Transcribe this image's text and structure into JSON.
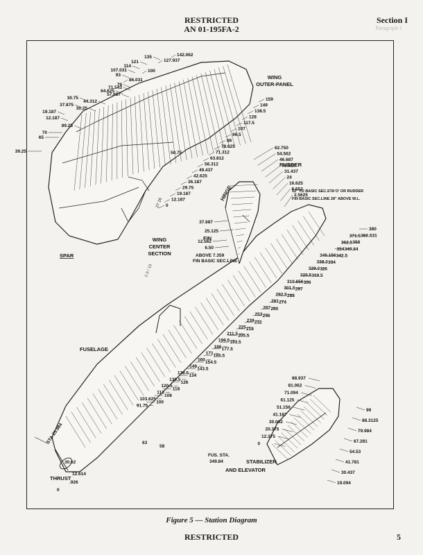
{
  "header": {
    "restricted": "RESTRICTED",
    "doc_number": "AN 01-195FA-2",
    "section": "Section I",
    "bleed": "Paragraph 1"
  },
  "caption": "Figure 5 — Station Diagram",
  "footer": {
    "restricted": "RESTRICTED",
    "page": "5"
  },
  "part_labels": {
    "wing_outer": "WING OUTER-PANEL",
    "wing_center": "WING CENTER SECTION",
    "spar": "SPAR",
    "fuselage": "FUSELAGE",
    "rudder": "RUDDER",
    "fin": "FIN",
    "hinge": "HINGE",
    "stabilizer": "STABILIZER AND ELEVATOR",
    "thrust": "THRUST",
    "sta_ref": "STA-25.984",
    "fus_sta": "FUS. STA. 349.84",
    "rudder_note_1": "12\" TO BASIC SEC.STA'O' OR RUDDER",
    "rudder_note_2": "FIN BASIC SEC.LINE 28\" ABOVE W.L.",
    "fin_above": "ABOVE  7.359",
    "fin_basic": "FIN BASIC SEC.LINE",
    "sta_9_16": "2.9 / 16",
    "sta_27_16": "27 16"
  },
  "wing_stations_top": [
    "135",
    "142.062",
    "121",
    "127.937",
    "114",
    "107.031",
    "100",
    "93",
    "86.031",
    "79",
    "71.543",
    "64.625",
    "57.687",
    "30.75",
    "44.312",
    "37.875",
    "30.25",
    "19.187",
    "12.187",
    "89.25"
  ],
  "wing_stations_left": [
    "70",
    "65",
    "39.25"
  ],
  "wing_stations_right": [
    "159",
    "149",
    "138.5",
    "128",
    "117.5",
    "107",
    "96.5",
    "86",
    "78.625",
    "71.312",
    "63.812",
    "56.312",
    "49.437",
    "42.625",
    "36.187",
    "29.75",
    "19.187",
    "12.187",
    "0"
  ],
  "wing_inner_station": "50.75",
  "rudder_stations": [
    "62.750",
    "54.562",
    "46.687",
    "38.828",
    "31.437",
    "24",
    "16.625",
    "8.652",
    "2.5625"
  ],
  "fin_stations": [
    "37.687",
    "25.125",
    "12.562",
    "6.50"
  ],
  "fuselage_stations_right": [
    "380",
    "366.531",
    "358",
    "349.84",
    "342.5",
    "334",
    "326",
    "319.5",
    "306",
    "297",
    "288",
    "274",
    "260",
    "246",
    "232",
    "218",
    "205.5",
    "193.5",
    "177.5",
    "165.5",
    "154.5",
    "143.5",
    "134",
    "126",
    "118",
    "108",
    "100"
  ],
  "fuselage_stations_left": [
    "371.5",
    "362.5",
    "354",
    "346.156",
    "338.3",
    "329.3",
    "320.5",
    "310.656",
    "301.5",
    "292.5",
    "281",
    "267",
    "253",
    "239",
    "225",
    "211.5",
    "199.5",
    "186",
    "171",
    "160",
    "149",
    "138.6",
    "130.5",
    "120.5",
    "113",
    "103.625",
    "91.75"
  ],
  "nose_stations": [
    "63",
    "58",
    "30.62",
    "12.614",
    ".926",
    "0"
  ],
  "stab_stations_left": [
    "88.937",
    "81.062",
    "71.094",
    "61.125",
    "51.156",
    "41.187",
    "30.062",
    "20.375",
    "12.375",
    "0"
  ],
  "stab_stations_right": [
    "99",
    "88.3125",
    "79.984",
    "67.281",
    "54.53",
    "41.781",
    "30.437",
    "19.094"
  ]
}
